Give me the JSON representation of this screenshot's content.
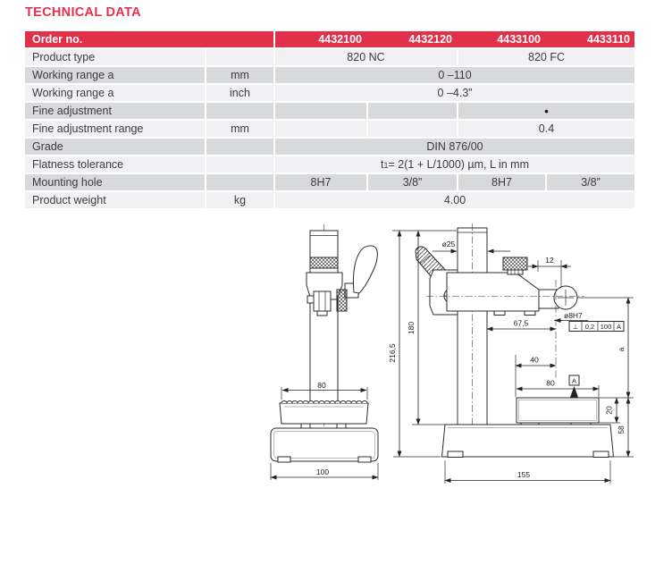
{
  "title": "TECHNICAL DATA",
  "accent_color": "#e2304a",
  "row_dark_color": "#d8d9db",
  "row_light_color": "#f1f1f3",
  "table": {
    "header": {
      "label": "Order no.",
      "col1": "4432100",
      "col2": "4432120",
      "col3": "4433100",
      "col4": "4433110"
    },
    "rows": {
      "product_type": {
        "label": "Product type",
        "nc": "820 NC",
        "fc": "820 FC"
      },
      "working_range_mm": {
        "label": "Working range a",
        "unit": "mm",
        "value": "0 –110"
      },
      "working_range_inch": {
        "label": "Working range a",
        "unit": "inch",
        "value": "0 –4.3”"
      },
      "fine_adjustment": {
        "label": "Fine adjustment",
        "value": "•"
      },
      "fine_adjustment_range": {
        "label": "Fine adjustment range",
        "unit": "mm",
        "value": "0.4"
      },
      "grade": {
        "label": "Grade",
        "value": "DIN 876/00"
      },
      "flatness": {
        "label": "Flatness tolerance",
        "value_pre": "t",
        "value_sub": "1",
        "value_post": " = 2(1 + L/1000) µm, L in mm"
      },
      "mounting_hole": {
        "label": "Mounting hole",
        "c1": "8H7",
        "c2": "3/8”",
        "c3": "8H7",
        "c4": "3/8”"
      },
      "product_weight": {
        "label": "Product weight",
        "unit": "kg",
        "value": "4.00"
      }
    }
  },
  "front_view": {
    "anvil_width": "80",
    "base_width": "100"
  },
  "side_view": {
    "total_height": "216,5",
    "column_height": "180",
    "column_diameter": "ø25",
    "holder_width": "12",
    "arm_reach": "67,5",
    "anvil_offset": "40",
    "anvil_depth": "80",
    "hole": "ø8H7",
    "fcf_symbol": "⊥",
    "fcf_tolerance": "0,2",
    "fcf_reference_length": "100",
    "fcf_datum": "A",
    "datum": "A",
    "working_range": "a",
    "anvil_height": "20",
    "anvil_top_height": "58",
    "base_depth": "155"
  }
}
